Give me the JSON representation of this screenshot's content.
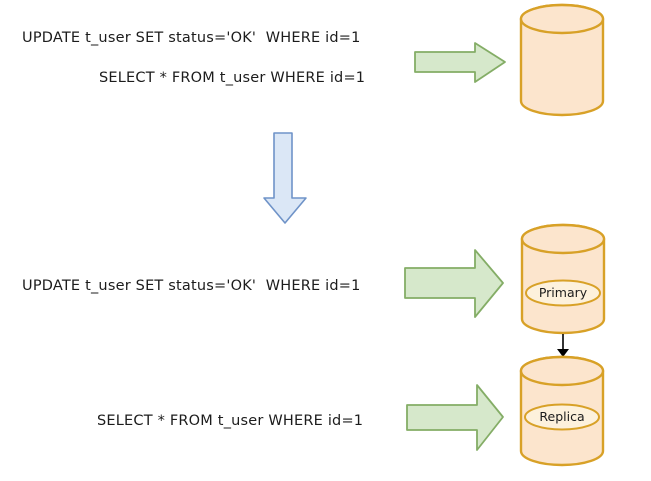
{
  "colors": {
    "text_color": "#1c1c1c",
    "arrow_green_fill": "#d6e8cb",
    "arrow_green_stroke": "#84ad66",
    "arrow_blue_fill": "#dbe7f6",
    "arrow_blue_stroke": "#6f93c8",
    "cylinder_fill": "#fce5cd",
    "cylinder_stroke": "#d8a127",
    "db_label_fill": "#fdf1dc",
    "sync_arrow_color": "#000000"
  },
  "before": {
    "update_query": "UPDATE t_user SET status='OK'  WHERE id=1",
    "select_query": "SELECT * FROM t_user WHERE id=1"
  },
  "after": {
    "update_query": "UPDATE t_user SET status='OK'  WHERE id=1",
    "select_query": "SELECT * FROM t_user WHERE id=1",
    "primary_db_label": "Primary",
    "replica_db_label": "Replica"
  }
}
